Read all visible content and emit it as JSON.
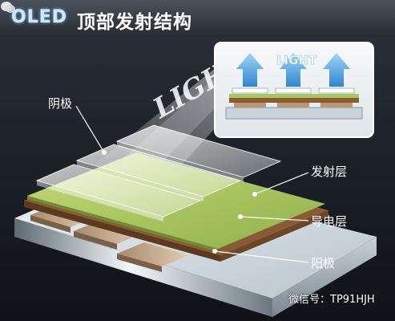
{
  "title": {
    "oled": "OLED",
    "text": "顶部发射结构"
  },
  "labels": {
    "cathode_top": "阴极",
    "emissive_layer": "发射层",
    "conductive_layer": "导电层",
    "anode": "阳极"
  },
  "light_text": "LIGHT",
  "inset_light_text": "LIGHT",
  "watermark": "微信号：TP91HJH",
  "colors": {
    "background": "#1a1f26",
    "green_layer": "#a9c85a",
    "brown_layer": "#8a5a34",
    "substrate": "#dfe8ee",
    "arrow_blue": "#4aa8e8"
  }
}
